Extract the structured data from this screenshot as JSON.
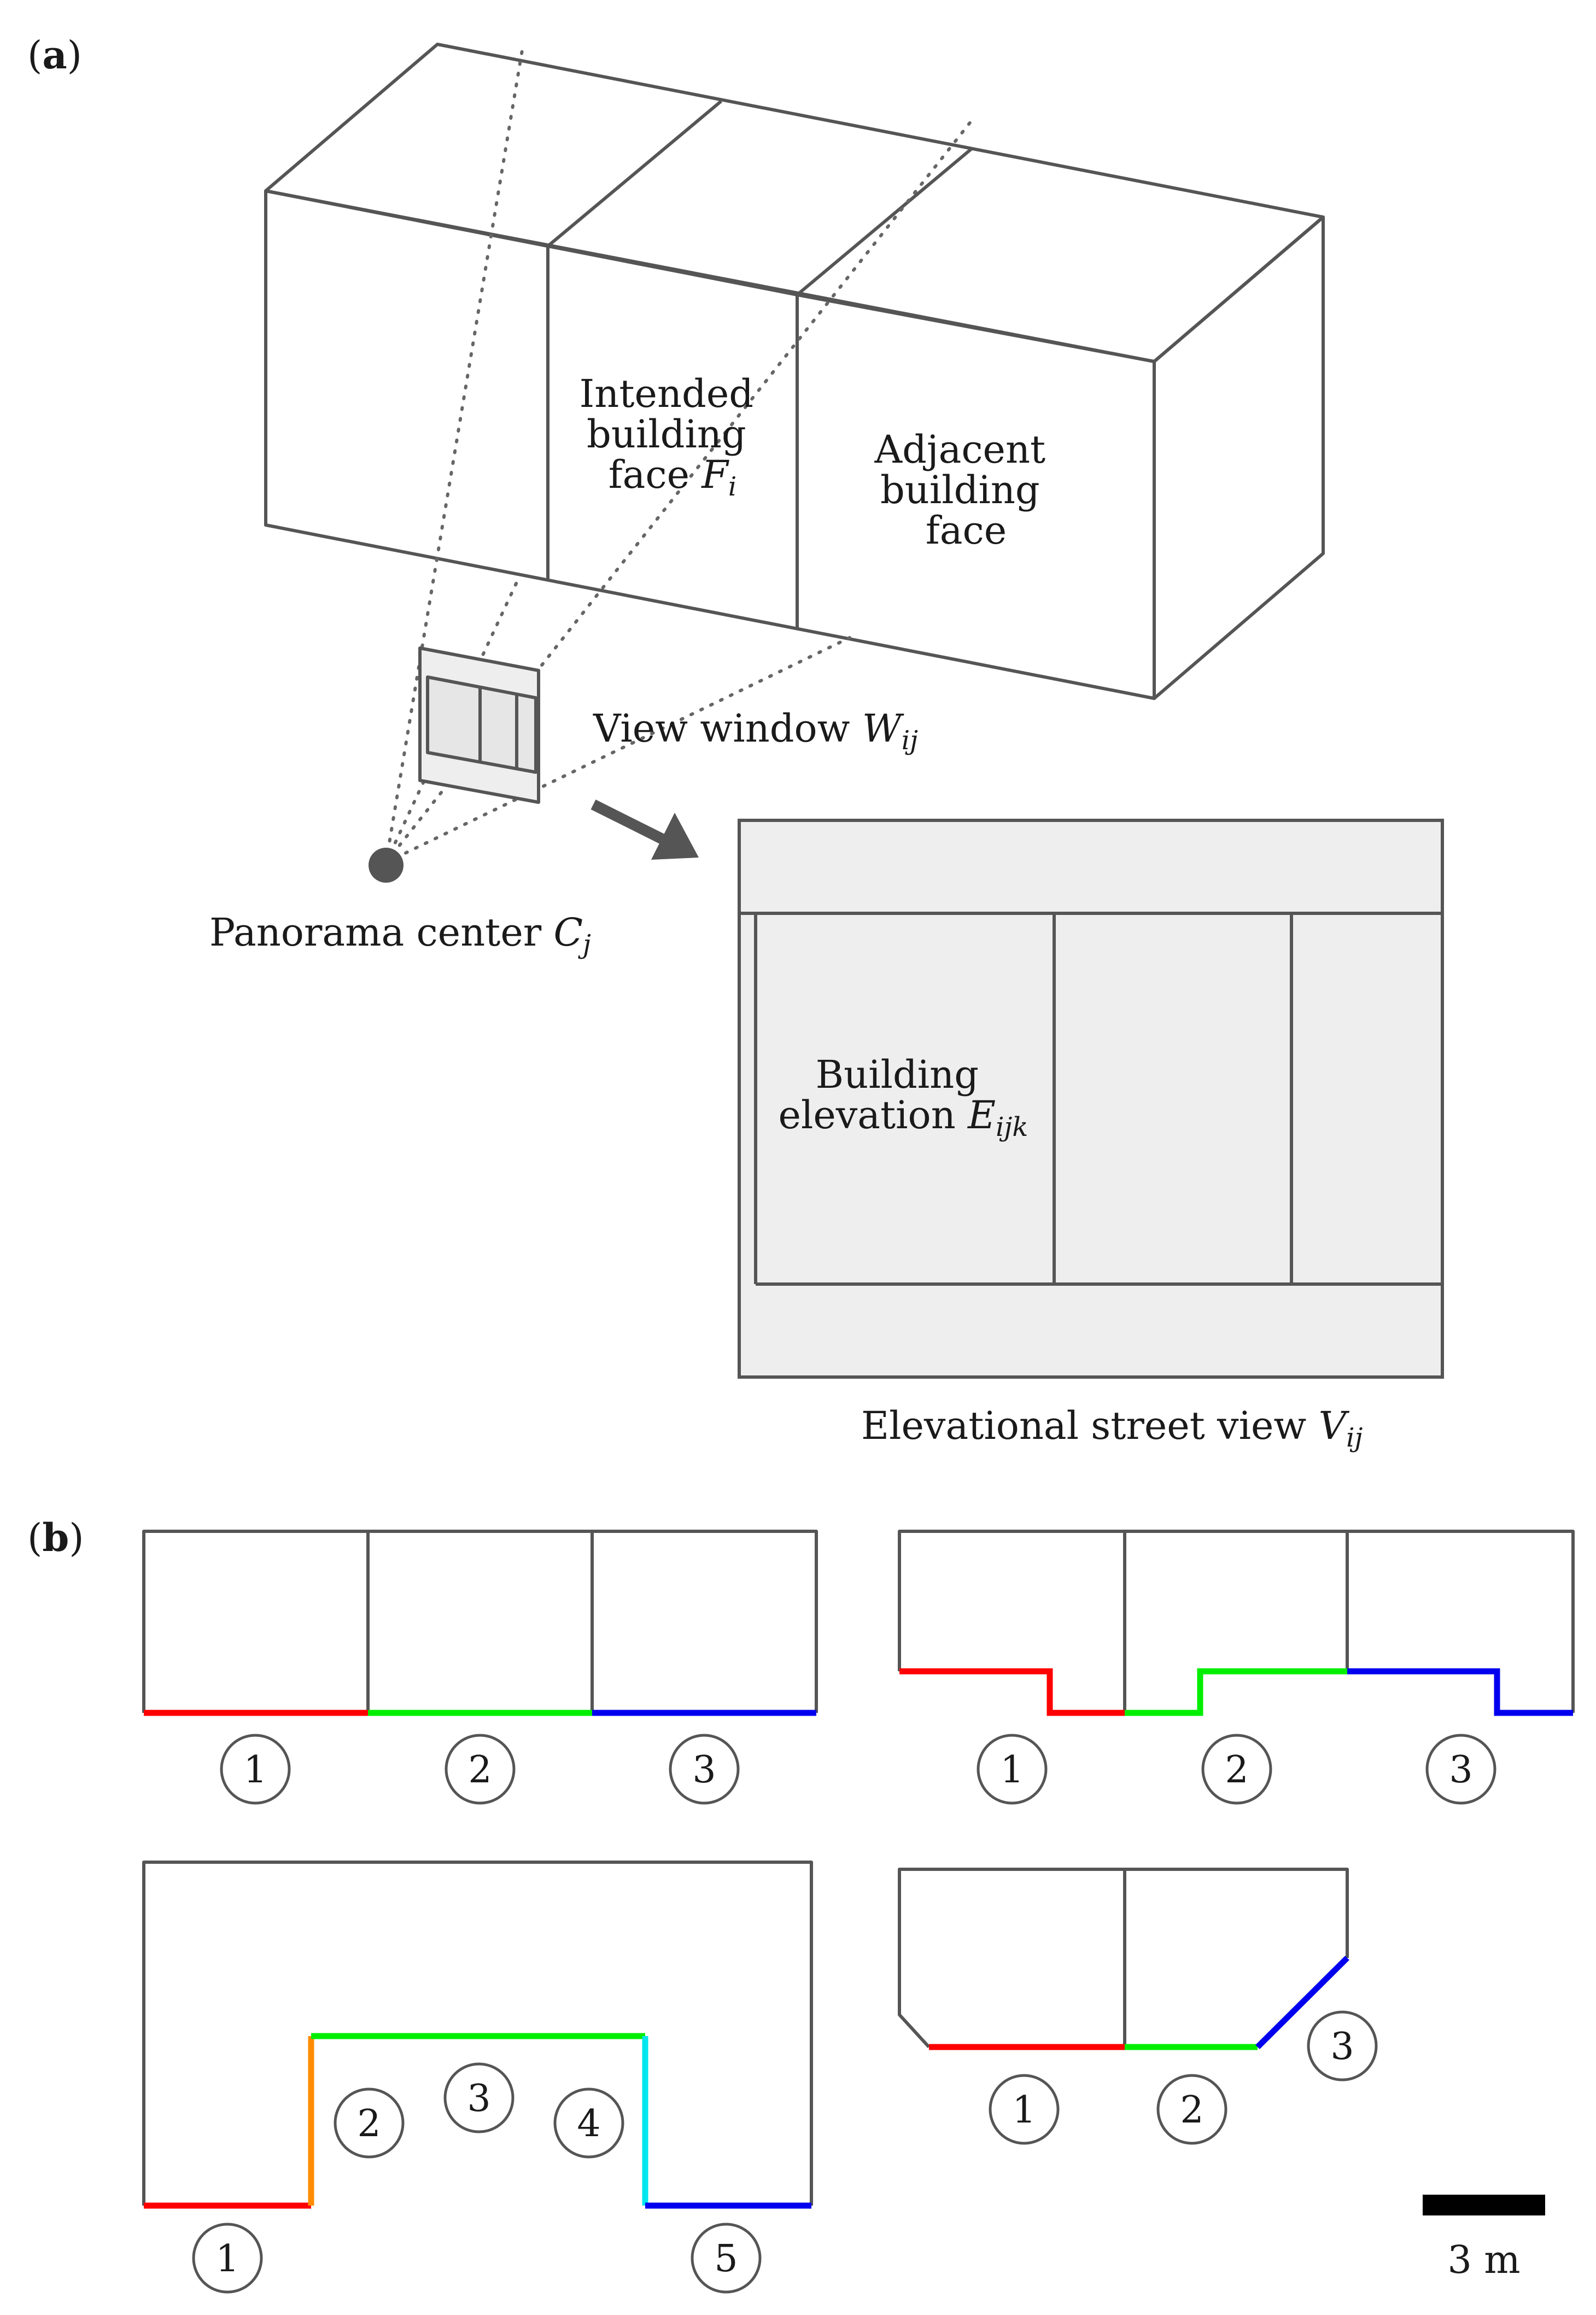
{
  "panel_a": {
    "tag_open": "(",
    "tag_letter": "a",
    "tag_close": ")",
    "intended_face": {
      "line1": "Intended",
      "line2": "building",
      "line3_main": "face ",
      "line3_sym": "F",
      "line3_sub": "i"
    },
    "adjacent_face": {
      "line1": "Adjacent",
      "line2": "building",
      "line3": "face"
    },
    "view_window": {
      "main": "View window ",
      "sym": "W",
      "sub": "ij"
    },
    "panorama_center": {
      "main": "Panorama center ",
      "sym": "C",
      "sub": "j"
    },
    "elevation": {
      "line1": "Building",
      "line2_main": "elevation ",
      "line2_sym": "E",
      "line2_sub": "ijk"
    },
    "street_view": {
      "main": "Elevational street view ",
      "sym": "V",
      "sub": "ij"
    }
  },
  "panel_b": {
    "tag_open": "(",
    "tag_letter": "b",
    "tag_close": ")",
    "scale_label": "3 m",
    "segment_colors": {
      "1": "#ff0000",
      "2": "#ff8c00",
      "3": "#00ee00",
      "4": "#00e5ee",
      "5": "#0000ee",
      "green": "#00ee00",
      "blue": "#0000ee"
    },
    "diagram_top_left": {
      "numbers": [
        "1",
        "2",
        "3"
      ]
    },
    "diagram_top_right": {
      "numbers": [
        "1",
        "2",
        "3"
      ]
    },
    "diagram_bottom_left": {
      "numbers": [
        "1",
        "2",
        "3",
        "4",
        "5"
      ]
    },
    "diagram_bottom_right": {
      "numbers": [
        "1",
        "2",
        "3"
      ]
    }
  }
}
